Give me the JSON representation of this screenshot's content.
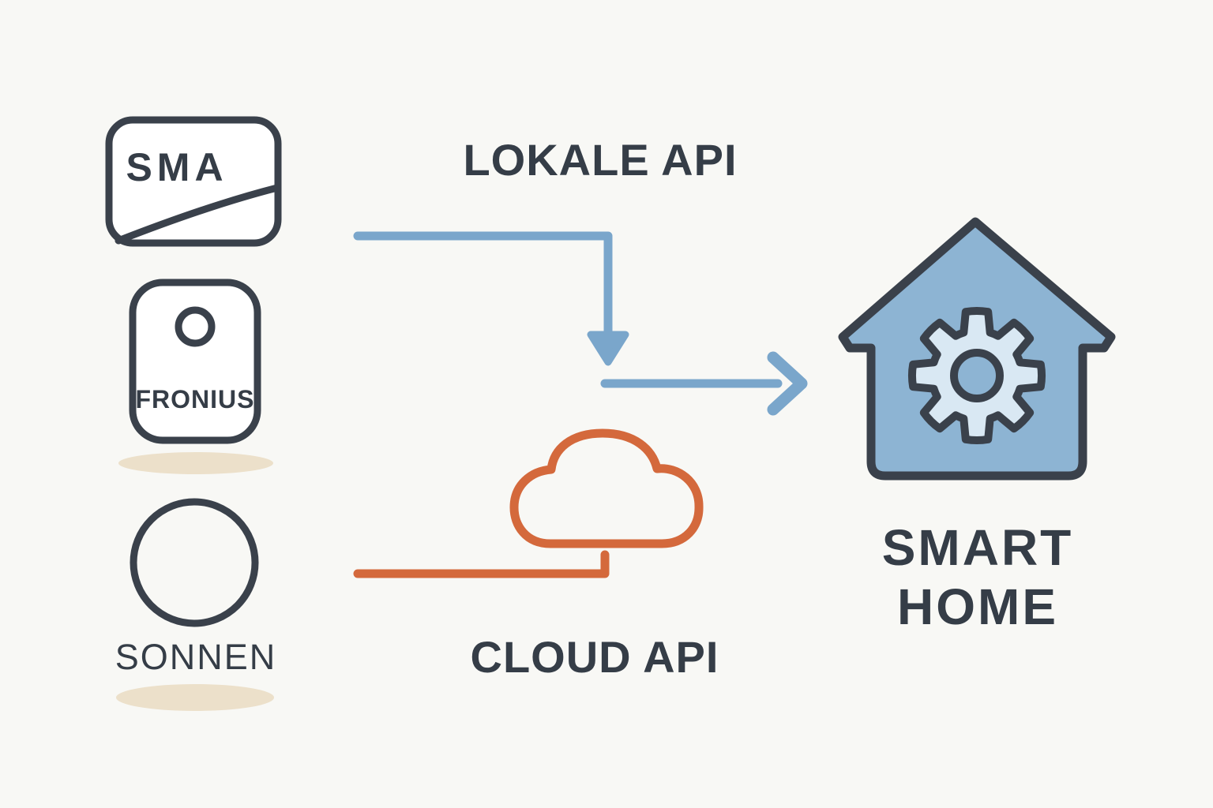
{
  "palette": {
    "background": "#f8f8f5",
    "outline_dark": "#3a414b",
    "text_dark": "#353d47",
    "local_api_blue": "#7aa6cb",
    "cloud_api_orange": "#d4693c",
    "house_fill": "#8db4d3",
    "gear_fill": "#d9e8f3",
    "shadow_beige": "#ece0ca",
    "device_fill": "#ffffff"
  },
  "sources": [
    {
      "id": "sma",
      "label": "SMA"
    },
    {
      "id": "fronius",
      "label": "FRONIUS"
    },
    {
      "id": "sonnen",
      "label": "SONNEN"
    }
  ],
  "connections": {
    "local": {
      "label": "LOKALE API",
      "color": "#7aa6cb"
    },
    "cloud": {
      "label": "CLOUD API",
      "color": "#d4693c"
    }
  },
  "destination": {
    "line1": "SMART",
    "line2": "HOME"
  },
  "icons": {
    "cloud": "cloud-icon",
    "gear": "gear-icon",
    "house": "smart-home-icon"
  }
}
